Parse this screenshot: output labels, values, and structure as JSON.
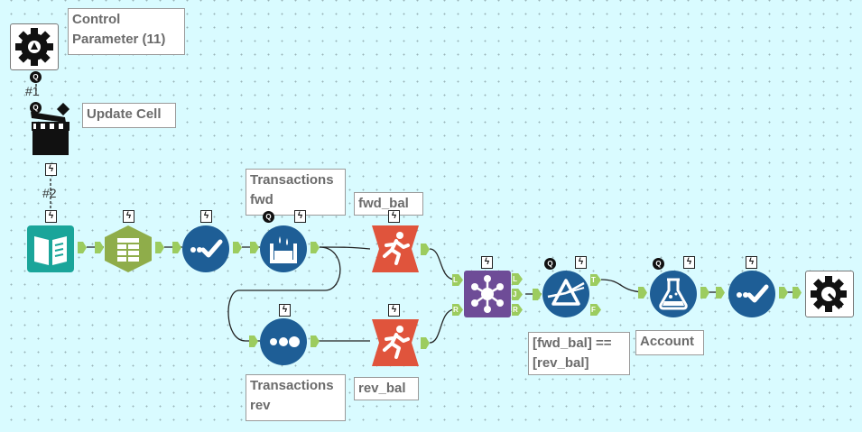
{
  "labels": {
    "control_param": "Control\nParameter (11)",
    "update_cell": "Update Cell",
    "transactions_fwd": "Transactions\nfwd",
    "fwd_bal": "fwd_bal",
    "transactions_rev": "Transactions\nrev",
    "rev_bal": "rev_bal",
    "filter_expr": "[fwd_bal] ==\n[rev_bal]",
    "account": "Account"
  },
  "ids": {
    "control": "#1",
    "action": "#2"
  },
  "badges": {
    "question": "Q",
    "bolt": "ϟ"
  },
  "anchors": {
    "left": "L",
    "join": "J",
    "right": "R",
    "true": "T",
    "false": "F"
  },
  "colors": {
    "canvas": "#d9fbff",
    "input_teal": "#1aa59a",
    "prep_green": "#8fad4a",
    "blue_tool": "#1e5e96",
    "parse_orange": "#e0543c",
    "join_purple": "#6e4c97",
    "anchor_green": "#9ccc5f"
  }
}
